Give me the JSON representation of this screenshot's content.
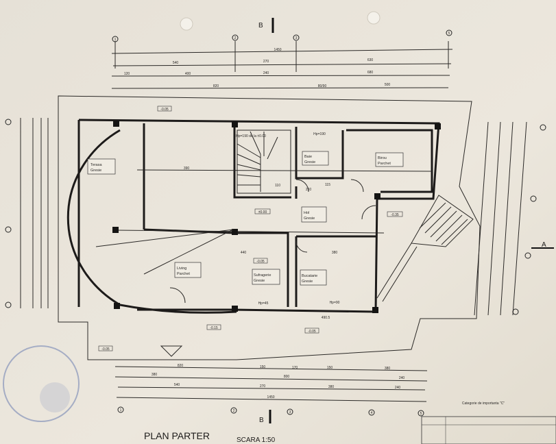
{
  "title": "PLAN PARTER",
  "scale": "SCARA 1:50",
  "category": "Categorie de importanta \"C\"",
  "section_marks": {
    "b_top": "B",
    "b_bottom": "B",
    "a_right": "A"
  },
  "axes_top": [
    "1",
    "2",
    "3",
    "5"
  ],
  "axes_bottom": [
    "1",
    "2",
    "3",
    "4",
    "5"
  ],
  "dims_top": {
    "row1": [
      "1450"
    ],
    "row2": [
      "540",
      "270",
      "630"
    ],
    "row3": [
      "120",
      "400",
      "240",
      "680"
    ],
    "row4": [
      "820",
      "80/90",
      "500"
    ]
  },
  "dims_bottom": {
    "row1": [
      "820",
      "150",
      "170",
      "150",
      "380"
    ],
    "row2": [
      "380",
      "800",
      "240"
    ],
    "row3": [
      "540",
      "270",
      "380",
      "240"
    ],
    "row4": [
      "1450"
    ]
  },
  "rooms": [
    {
      "name": "Terasa",
      "floor": "Gresie"
    },
    {
      "name": "Baie",
      "floor": "Gresie"
    },
    {
      "name": "Birou",
      "floor": "Parchet"
    },
    {
      "name": "Hol",
      "floor": "Gresie"
    },
    {
      "name": "Living",
      "floor": "Parchet"
    },
    {
      "name": "Sufragerie",
      "floor": "Gresie"
    },
    {
      "name": "Bucatarie",
      "floor": "Gresie"
    }
  ],
  "levels": [
    "±0.00",
    "-0.35",
    "-0.05",
    "-0.15",
    "-0.05",
    "-0.05",
    "-0.05"
  ],
  "stair_note": "Hp=190 de la ±0.00",
  "inner_dims": [
    "390",
    "440",
    "380",
    "210",
    "110",
    "115",
    "490.5",
    "Hp=190",
    "Hp=45",
    "Hp=90"
  ]
}
